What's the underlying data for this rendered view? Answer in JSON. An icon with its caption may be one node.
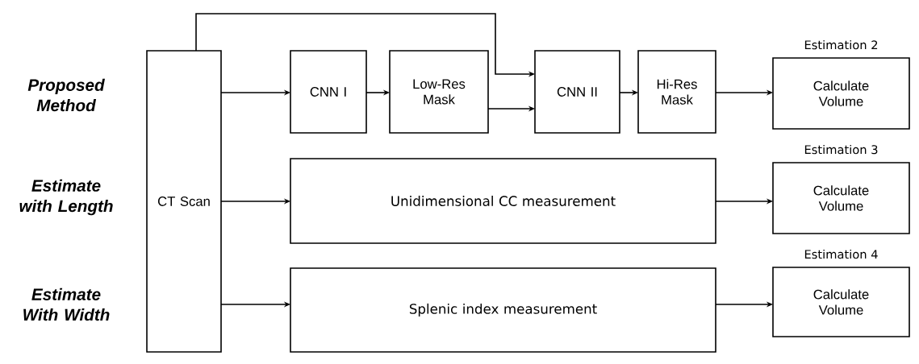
{
  "diagram": {
    "nodes": [
      {
        "text": [
          "CT Scan"
        ]
      },
      {
        "text": [
          "CNN I"
        ]
      },
      {
        "text": [
          "Low-Res Mask"
        ]
      },
      {
        "text": [
          "CNN II"
        ]
      },
      {
        "text": [
          "Hi-Res Mask"
        ]
      },
      {
        "text": [
          "Calculate Volume"
        ],
        "beside": [
          "Estimation 2"
        ]
      },
      {
        "text": [
          "Unidimensional CC measurement"
        ]
      },
      {
        "text": [
          "Calculate Volume"
        ],
        "beside": [
          "Estimation 3"
        ]
      },
      {
        "text": [
          "Splenic index measurement"
        ]
      },
      {
        "text": [
          "Calculate Volume"
        ],
        "beside": [
          "Estimation 4"
        ]
      }
    ],
    "edges": [
      {
        "from": 0,
        "to": 1,
        "arrow": "to"
      },
      {
        "from": 1,
        "to": 2,
        "arrow": "to"
      },
      {
        "from": 0,
        "to": 3,
        "arrow": "to"
      },
      {
        "from": 2,
        "to": 3,
        "arrow": "to"
      },
      {
        "from": 3,
        "to": 4,
        "arrow": "to"
      },
      {
        "from": 4,
        "to": 5,
        "arrow": "to"
      },
      {
        "from": 0,
        "to": 6,
        "arrow": "to"
      },
      {
        "from": 6,
        "to": 7,
        "arrow": "to"
      },
      {
        "from": 0,
        "to": 8,
        "arrow": "to"
      },
      {
        "from": 8,
        "to": 9,
        "arrow": "to"
      }
    ],
    "labels": [
      "Proposed Method",
      "Estimate with Length",
      "Estimate With Width"
    ]
  }
}
